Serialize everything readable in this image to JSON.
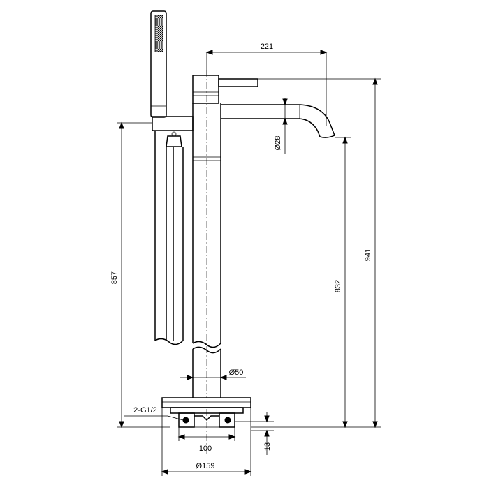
{
  "dimensions": {
    "spout_reach": "221",
    "spout_diameter": "Ø28",
    "total_height": "941",
    "spout_height": "832",
    "handshower_height": "857",
    "column_diameter": "Ø50",
    "inlet_connections": "2-G1/2",
    "inlet_spacing": "100",
    "base_height": "13",
    "base_diameter": "Ø159"
  }
}
